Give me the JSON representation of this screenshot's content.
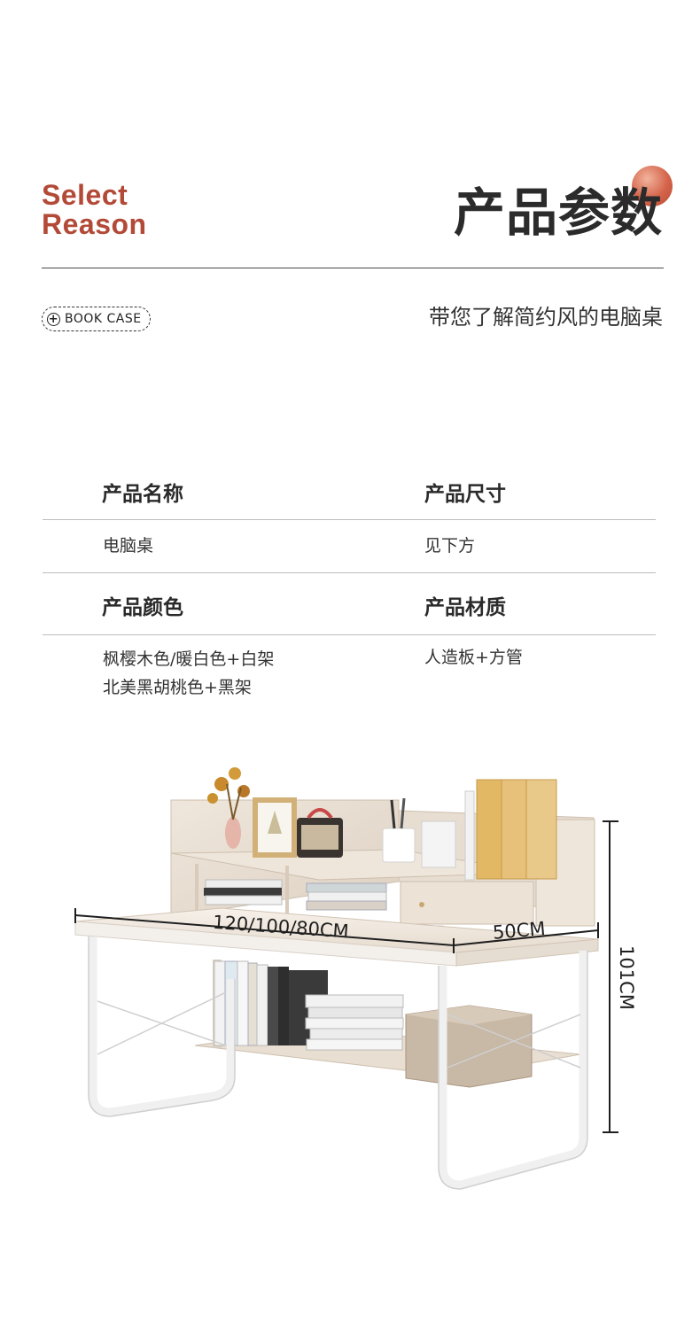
{
  "header": {
    "brand_line1": "Select",
    "brand_line2": "Reason",
    "title": "产品参数",
    "tag": "BOOK CASE",
    "subtitle": "带您了解简约风的电脑桌"
  },
  "specs": {
    "name_label": "产品名称",
    "name_value": "电脑桌",
    "size_label": "产品尺寸",
    "size_value": "见下方",
    "color_label": "产品颜色",
    "color_value_1": "枫樱木色/暖白色+白架",
    "color_value_2": "北美黑胡桃色+黑架",
    "material_label": "产品材质",
    "material_value": "人造板+方管"
  },
  "dimensions": {
    "width": "120/100/80CM",
    "depth": "50CM",
    "height": "101CM"
  },
  "colors": {
    "accent": "#b34a38",
    "wood": "#e9dfd4",
    "frame": "#f2f2f2"
  }
}
